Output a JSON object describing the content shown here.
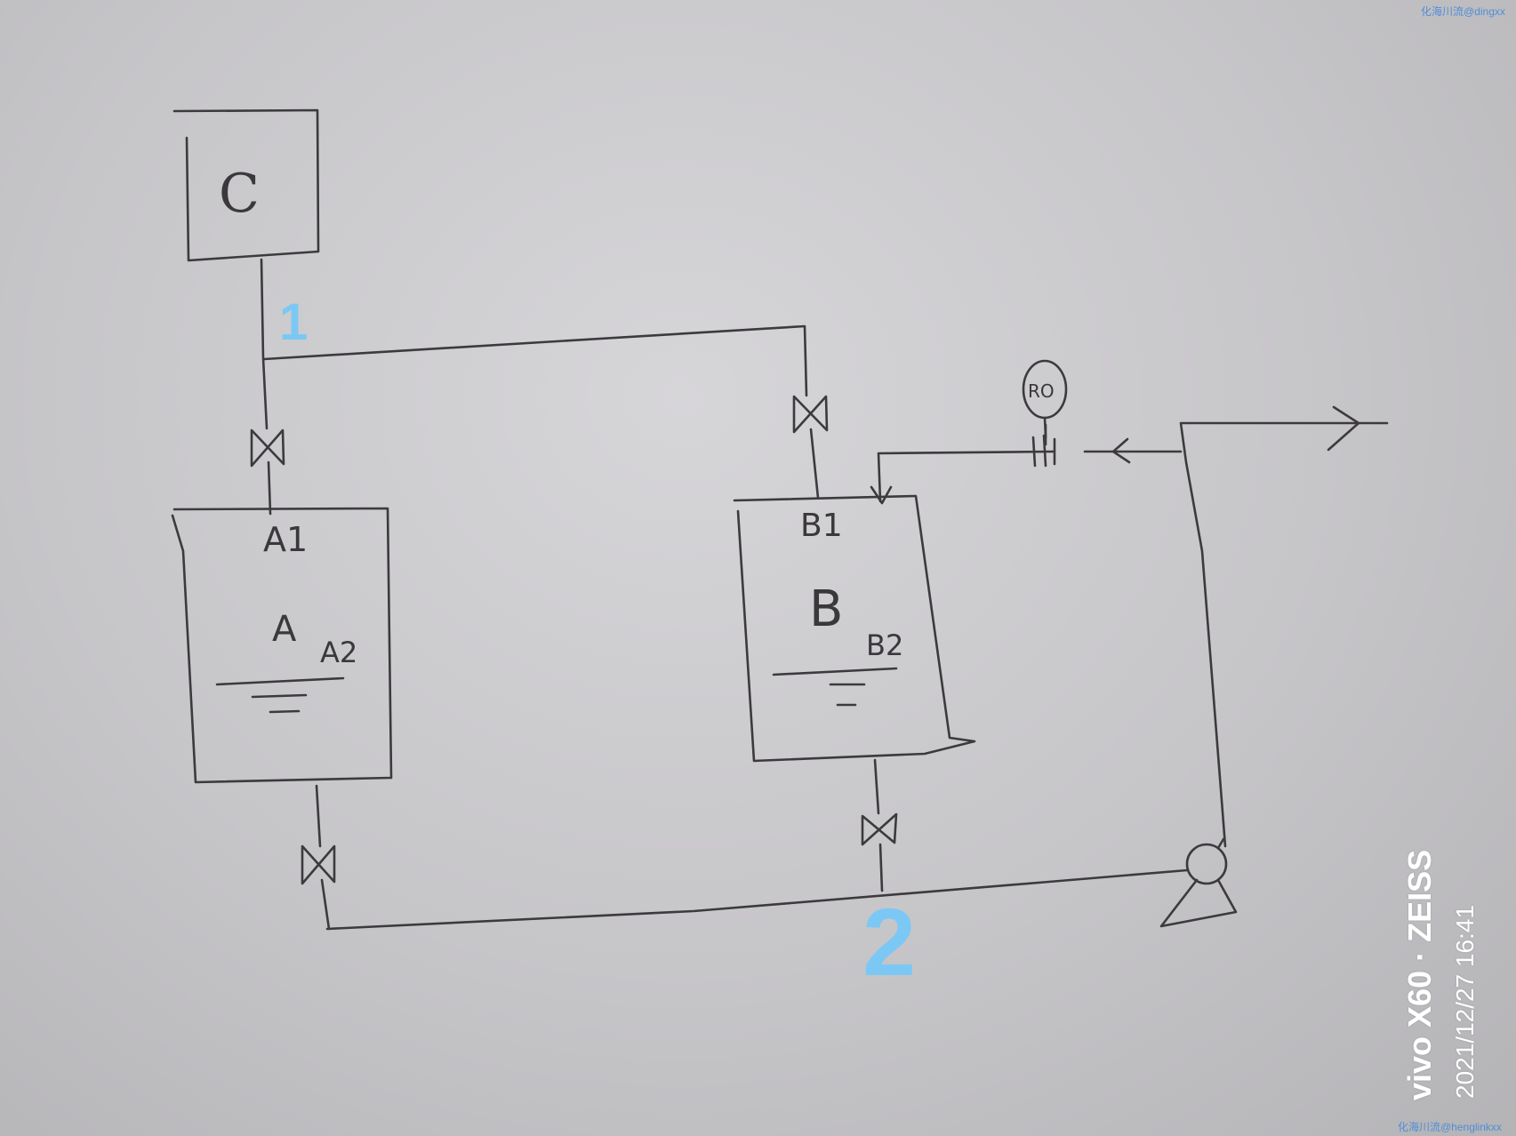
{
  "labels": {
    "tank_c": "C",
    "tank_a_nozzle_top": "A1",
    "tank_a_name": "A",
    "tank_a_nozzle_level": "A2",
    "tank_b_nozzle_top": "B1",
    "tank_b_name": "B",
    "tank_b_nozzle_level": "B2",
    "pressure_gauge": "RO"
  },
  "annotations": {
    "marker_1": "1",
    "marker_2": "2"
  },
  "watermarks": {
    "top_right": "化海川流@dingxx",
    "bottom_right": "化海川流@henglinkxx"
  },
  "camera": {
    "brand": "vivo X60 · ZEISS",
    "timestamp": "2021/12/27 16:41"
  },
  "colors": {
    "ink": "#3c3a3d",
    "annotation_blue": "#7cc8f5",
    "watermark_blue": "#4e8ed8",
    "stamp_white": "#ffffff"
  }
}
